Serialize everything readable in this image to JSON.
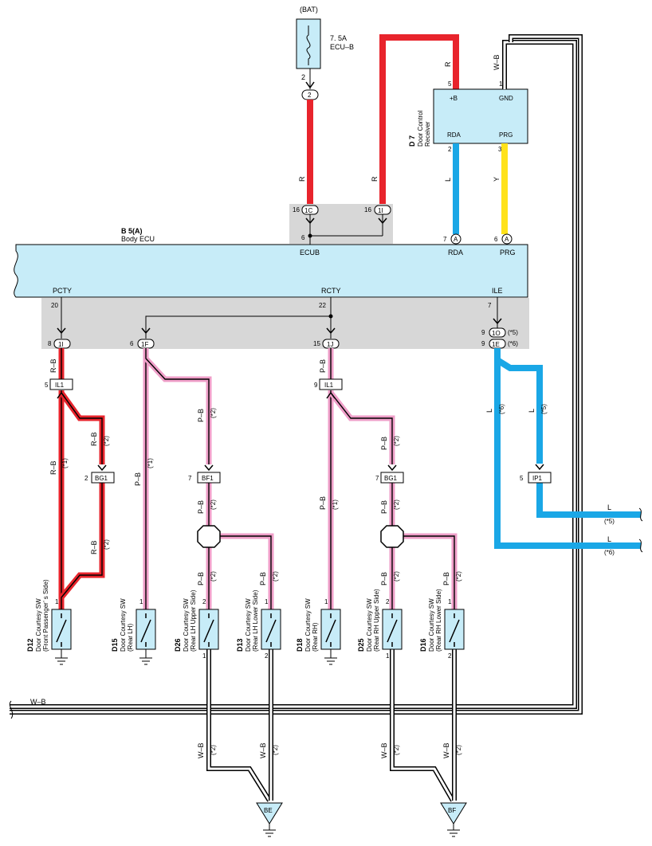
{
  "battery": {
    "label": "(BAT)",
    "fuse_rating": "7. 5A",
    "fuse_name": "ECU–B",
    "pin": "2",
    "connector": "2"
  },
  "receiver": {
    "id": "D 7",
    "name_line1": "Door Control",
    "name_line2": "Receiver",
    "pin_b": "+B",
    "pin_gnd": "GND",
    "pin_rda": "RDA",
    "pin_prg": "PRG",
    "num_b": "5",
    "num_gnd": "1",
    "num_rda": "2",
    "num_prg": "3"
  },
  "ecu": {
    "id": "B 5(A)",
    "name": "Body ECU",
    "ecub": "ECUB",
    "rda": "RDA",
    "prg": "PRG",
    "pcty": "PCTY",
    "rcty": "RCTY",
    "ile": "ILE",
    "n_ecub": "6",
    "n_rda": "7",
    "n_prg": "6",
    "n_pcty": "20",
    "n_rcty": "22",
    "n_ile": "7",
    "conn_a": "A"
  },
  "connectors": {
    "c1C": "1C",
    "c1I_top": "1I",
    "n16a": "16",
    "n16b": "16",
    "c1I": "1I",
    "c1F": "1F",
    "c1J": "1J",
    "c1O": "1O",
    "c1E": "1E",
    "n8": "8",
    "n6": "6",
    "n15": "15",
    "n9a": "9",
    "n9b": "9",
    "star5": "(*5)",
    "star6": "(*6)"
  },
  "wires": {
    "R": "R",
    "W_B": "W–B",
    "L": "L",
    "Y": "Y",
    "R_B": "R–B",
    "P_B": "P–B"
  },
  "notes": {
    "s1": "(*1)",
    "s2": "(*2)",
    "s5": "(*5)",
    "s6": "(*6)"
  },
  "junctions": {
    "IL1": "IL1",
    "BG1": "BG1",
    "BF1": "BF1",
    "IP1": "IP1",
    "n5": "5",
    "n9": "9",
    "n2": "2",
    "n7": "7"
  },
  "switches": [
    {
      "id": "D12",
      "l1": "Door Courtesy SW",
      "l2": "(Front Passenger’ s Side)",
      "pin": "1"
    },
    {
      "id": "D15",
      "l1": "Door Courtesy SW",
      "l2": "(Rear LH)",
      "pin": "1"
    },
    {
      "id": "D26",
      "l1": "Door Courtesy SW",
      "l2": "(Rear LH Upper Side)",
      "pin": "2",
      "pin2": "1"
    },
    {
      "id": "D13",
      "l1": "Door Courtesy SW",
      "l2": "(Rear LH Lower Side)",
      "pin": "1",
      "pin2": "2"
    },
    {
      "id": "D18",
      "l1": "Door Courtesy SW",
      "l2": "(Rear RH)",
      "pin": "1"
    },
    {
      "id": "D25",
      "l1": "Door Courtesy SW",
      "l2": "(Rear RH Upper Side)",
      "pin": "2",
      "pin2": "1"
    },
    {
      "id": "D16",
      "l1": "Door Courtesy SW",
      "l2": "(Rear RH Lower Side)",
      "pin": "1",
      "pin2": "2"
    }
  ],
  "grounds": {
    "BE": "BE",
    "BF": "BF"
  },
  "colors": {
    "red": "#e8242c",
    "blue": "#1aa7e6",
    "yellow": "#ffe21a",
    "pink": "#ef9ec8",
    "ecu_fill": "#c7ecf8",
    "shade": "#d7d7d7"
  }
}
